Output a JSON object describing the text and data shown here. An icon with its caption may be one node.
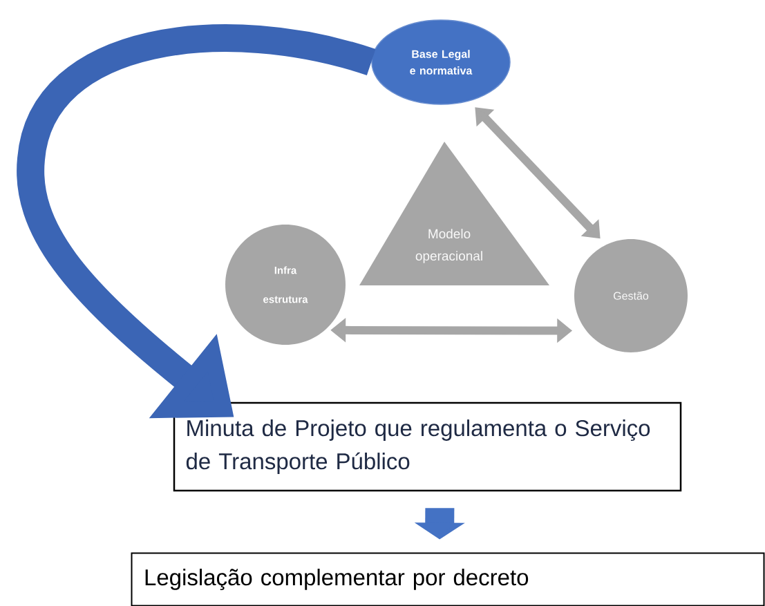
{
  "diagram": {
    "nodes": [
      {
        "text": [
          "Base Legal e normativa"
        ]
      },
      {
        "text": [
          "Modelo operacional"
        ]
      },
      {
        "text": [
          "Infra estrutura"
        ]
      },
      {
        "text": [
          "Gestão"
        ]
      },
      {
        "text": [
          "Minuta de Projeto que regulamenta o Serviço de Transporte Público"
        ]
      },
      {
        "text": [
          "Legislação complementar por decreto"
        ]
      }
    ],
    "edges": [
      {
        "from": 0,
        "to": 3,
        "arrow": "both"
      },
      {
        "from": 2,
        "to": 3,
        "arrow": "both"
      },
      {
        "from": 0,
        "to": 4,
        "arrow": "to",
        "style": "thick",
        "color": "#3b65b5"
      },
      {
        "from": 4,
        "to": 5,
        "arrow": "to",
        "style": "thick",
        "color": "#4472c4"
      }
    ]
  }
}
